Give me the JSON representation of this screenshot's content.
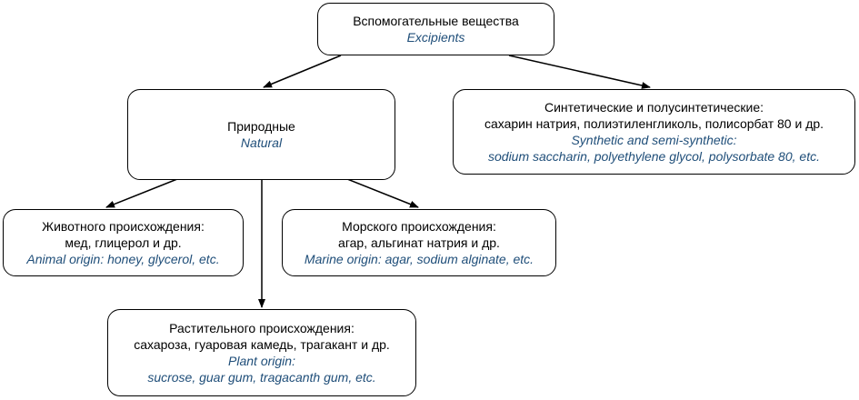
{
  "root": {
    "ru": "Вспомогательные вещества",
    "en": "Excipients"
  },
  "natural": {
    "ru": "Природные",
    "en": "Natural"
  },
  "synthetic": {
    "ru_line1": "Синтетические и полусинтетические:",
    "ru_line2": "сахарин натрия, полиэтиленгликоль, полисорбат 80 и др.",
    "en_line1": "Synthetic and semi-synthetic:",
    "en_line2": "sodium saccharin, polyethylene glycol, polysorbate 80, etc."
  },
  "animal": {
    "ru_line1": "Животного происхождения:",
    "ru_line2": "мед, глицерол и др.",
    "en_line1": "Animal origin: honey, glycerol, etc."
  },
  "marine": {
    "ru_line1": "Морского происхождения:",
    "ru_line2": "агар, альгинат натрия и др.",
    "en_line1": "Marine origin: agar, sodium alginate, etc."
  },
  "plant": {
    "ru_line1": "Растительного происхождения:",
    "ru_line2": "сахароза, гуаровая камедь, трагакант и др.",
    "en_line1": "Plant origin:",
    "en_line2": "sucrose, guar gum, tragacanth gum, etc."
  },
  "colors": {
    "english_text": "#1f4e79",
    "russian_text": "#000000",
    "border": "#000000"
  }
}
